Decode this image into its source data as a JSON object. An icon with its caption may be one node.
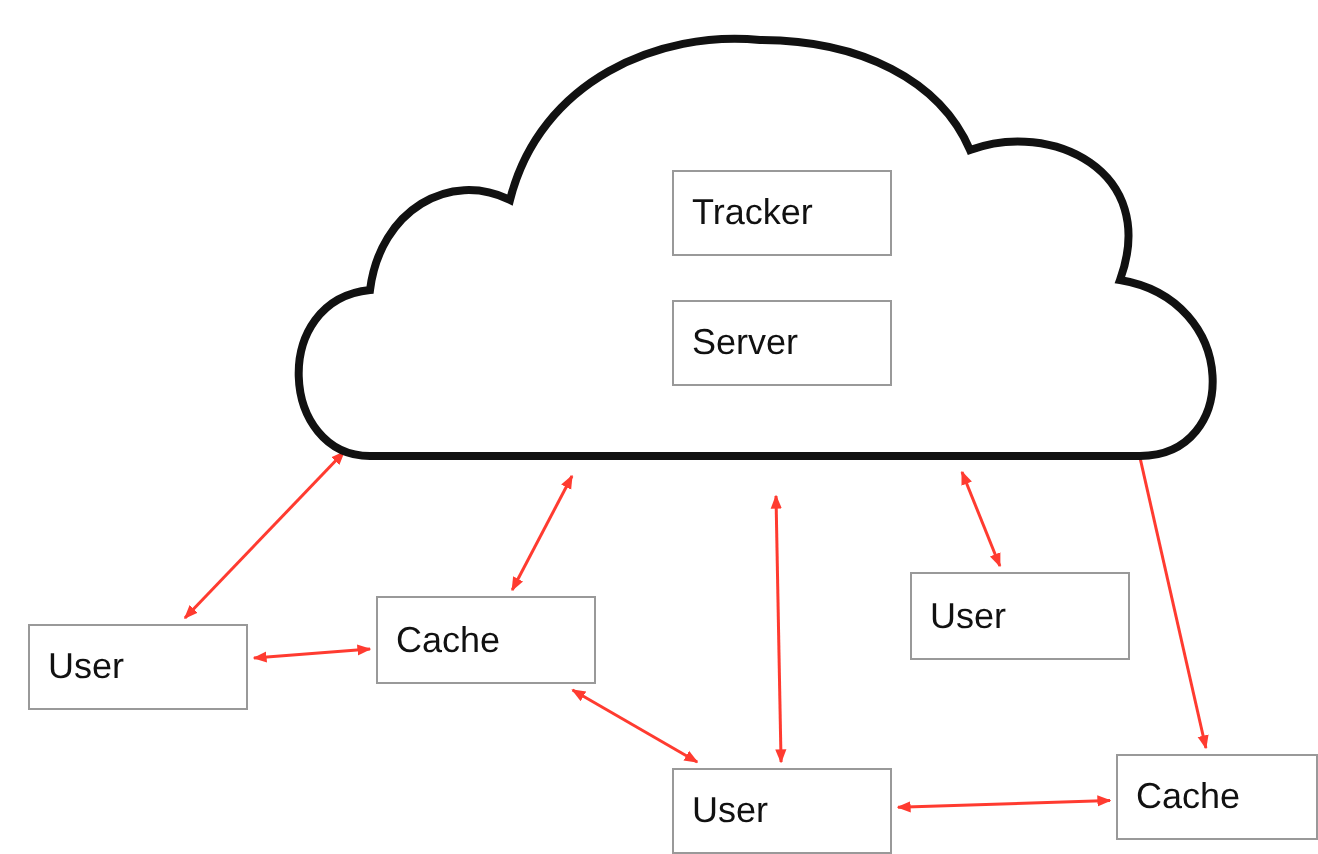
{
  "diagram": {
    "nodes": [
      {
        "text": [],
        "shape": "cloud"
      },
      {
        "text": [
          "Tracker"
        ],
        "in": 0
      },
      {
        "text": [
          "Server"
        ],
        "in": 0
      },
      {
        "text": [
          "User"
        ]
      },
      {
        "text": [
          "Cache"
        ]
      },
      {
        "text": [
          "User"
        ]
      },
      {
        "text": [
          "User"
        ]
      },
      {
        "text": [
          "Cache"
        ]
      }
    ],
    "edges": [
      {
        "from": 0,
        "to": 3,
        "arrow": "both",
        "color": "#ff3b30"
      },
      {
        "from": 0,
        "to": 4,
        "arrow": "both",
        "color": "#ff3b30"
      },
      {
        "from": 0,
        "to": 6,
        "arrow": "both",
        "color": "#ff3b30"
      },
      {
        "from": 0,
        "to": 5,
        "arrow": "both",
        "color": "#ff3b30"
      },
      {
        "from": 0,
        "to": 7,
        "arrow": "both",
        "color": "#ff3b30"
      },
      {
        "from": 3,
        "to": 4,
        "arrow": "both",
        "color": "#ff3b30"
      },
      {
        "from": 4,
        "to": 6,
        "arrow": "both",
        "color": "#ff3b30"
      },
      {
        "from": 6,
        "to": 7,
        "arrow": "both",
        "color": "#ff3b30"
      }
    ]
  }
}
